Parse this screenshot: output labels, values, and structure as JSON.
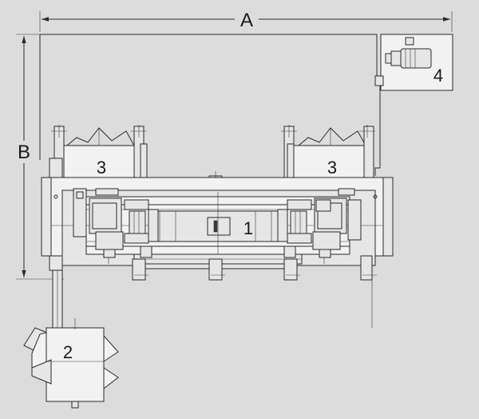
{
  "dimensions": {
    "width_label": "A",
    "height_label": "B"
  },
  "components": [
    {
      "id": "main",
      "label": "1"
    },
    {
      "id": "lower",
      "label": "2"
    },
    {
      "id": "left-top",
      "label": "3"
    },
    {
      "id": "right-top",
      "label": "3"
    },
    {
      "id": "motor",
      "label": "4"
    }
  ],
  "colors": {
    "background": "#dcdcdc",
    "line": "#2b2b2b"
  }
}
